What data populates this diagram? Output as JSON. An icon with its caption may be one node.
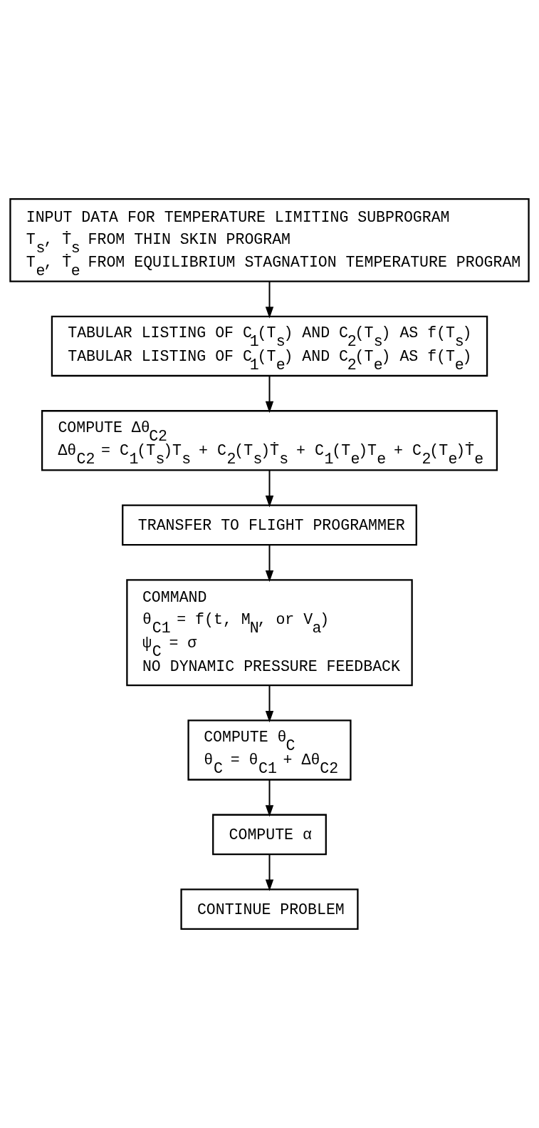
{
  "diagram": {
    "nodes": [
      {
        "text": [
          "INPUT DATA FOR TEMPERATURE LIMITING SUBPROGRAM",
          "T$_{s}$, Ṫ$_{s}$ FROM THIN SKIN PROGRAM",
          "T$_{e}$, Ṫ$_{e}$ FROM EQUILIBRIUM STAGNATION TEMPERATURE PROGRAM"
        ]
      },
      {
        "text": [
          "TABULAR LISTING OF C$_{1}$(T$_{s}$) AND C$_{2}$(T$_{s}$) AS f(T$_{s}$)",
          "TABULAR LISTING OF C$_{1}$(T$_{e}$) AND C$_{2}$(T$_{e}$) AS f(T$_{e}$)"
        ]
      },
      {
        "text": [
          "COMPUTE Δθ$_{C2}$",
          "Δθ$_{C2}$ = C$_{1}$(T$_{s}$)T$_{s}$ + C$_{2}$(T$_{s}$)Ṫ$_{s}$ + C$_{1}$(T$_{e}$)T$_{e}$ + C$_{2}$(T$_{e}$)Ṫ$_{e}$"
        ]
      },
      {
        "text": [
          "TRANSFER TO FLIGHT PROGRAMMER"
        ]
      },
      {
        "text": [
          "COMMAND",
          "θ$_{C1}$ = f(t, M$_{N}$, or V$_{a}$)",
          "ψ$_{C}$ = σ",
          "NO DYNAMIC PRESSURE FEEDBACK"
        ]
      },
      {
        "text": [
          "COMPUTE θ$_{C}$",
          "θ$_{C}$ = θ$_{C1}$ + Δθ$_{C2}$"
        ]
      },
      {
        "text": [
          "COMPUTE α"
        ]
      },
      {
        "text": [
          "CONTINUE PROBLEM"
        ]
      }
    ],
    "edges": [
      {
        "from": 0,
        "to": 1,
        "arrow": "to"
      },
      {
        "from": 1,
        "to": 2,
        "arrow": "to"
      },
      {
        "from": 2,
        "to": 3,
        "arrow": "to"
      },
      {
        "from": 3,
        "to": 4,
        "arrow": "to"
      },
      {
        "from": 4,
        "to": 5,
        "arrow": "to"
      },
      {
        "from": 5,
        "to": 6,
        "arrow": "to"
      },
      {
        "from": 6,
        "to": 7,
        "arrow": "to"
      }
    ]
  }
}
